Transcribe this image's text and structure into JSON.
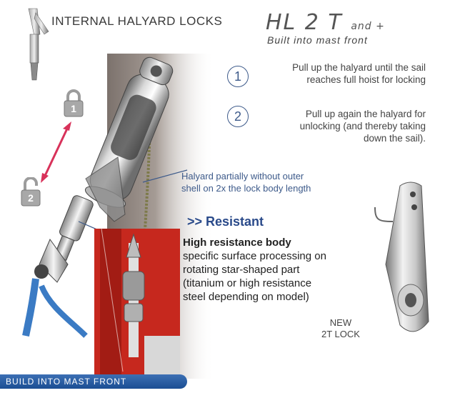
{
  "header": {
    "title": "INTERNAL HALYARD LOCKS"
  },
  "brand": {
    "logo_main": "HL 2 T",
    "logo_suffix": "and +",
    "subtitle": "Built into mast front"
  },
  "steps": [
    {
      "number": "1",
      "line1": "Pull up the halyard until the sail",
      "line2": "reaches full hoist for locking"
    },
    {
      "number": "2",
      "line1": "Pull up again the halyard for",
      "line2": "unlocking (and thereby taking",
      "line3": "down the sail)."
    }
  ],
  "padlocks": [
    {
      "label": "1"
    },
    {
      "label": "2"
    }
  ],
  "halyard_note": {
    "line1": "Halyard partially without outer",
    "line2": "shell on 2x the lock body length"
  },
  "resistant": {
    "title": ">> Resistant",
    "heading": "High resistance body",
    "line1": "specific surface processing on",
    "line2": "rotating star-shaped part",
    "line3": "(titanium or high resistance",
    "line4": "steel depending on model)"
  },
  "new_lock": {
    "line1": "NEW",
    "line2": "2T LOCK"
  },
  "footer": {
    "banner": "BUILD INTO MAST FRONT"
  },
  "colors": {
    "accent_blue": "#3d5a8a",
    "arrow_red": "#d8325a",
    "banner_blue": "#1b4e93"
  }
}
